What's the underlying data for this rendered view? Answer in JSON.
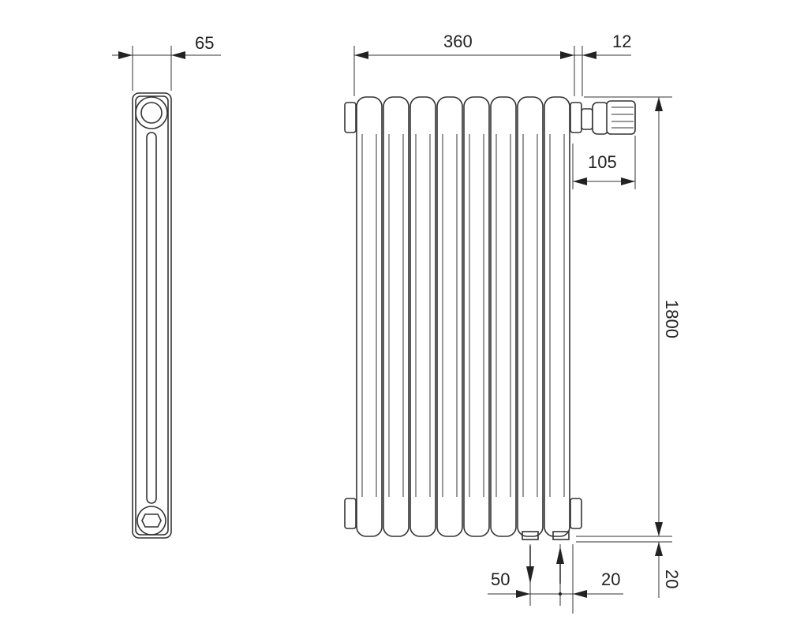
{
  "drawing": {
    "title": "Radiator dimension drawing",
    "side_view": {
      "depth_label": "65"
    },
    "front_view": {
      "columns": 8,
      "width_label": "360",
      "valve_offset_label": "12",
      "valve_length_label": "105",
      "height_label": "1800",
      "inlet_spacing_label": "50",
      "outlet_offset_label": "20",
      "bottom_clearance_label": "20"
    },
    "line_color": "#333333"
  }
}
